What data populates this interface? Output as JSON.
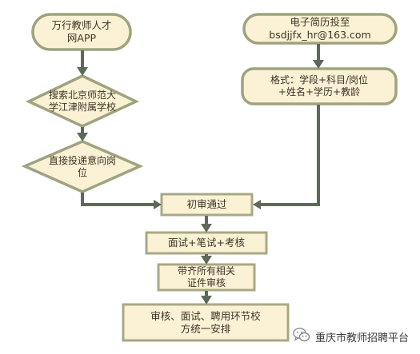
{
  "nodes": {
    "start_app": "万行教师人才\n网APP",
    "email": "电子简历投至\nbsdjjfx_hr@163.com",
    "search": "搜索北京师范大\n学江津附属学校",
    "format": "格式：学段+科目/岗位\n+姓名+学历+教龄",
    "apply": "直接投递意向岗\n位",
    "prelim": "初审通过",
    "interview": "面试+笔试+考核",
    "certs": "带齐所有相关\n证件审核",
    "final": "审核、面试、聘用环节校\n方统一安排"
  },
  "watermark": {
    "text": "重庆市教师招聘平台",
    "icon": "wechat-icon"
  },
  "colors": {
    "node_fill": "#fbf2d5",
    "node_stroke": "#9fa37f",
    "arrow": "#5d6a58"
  }
}
